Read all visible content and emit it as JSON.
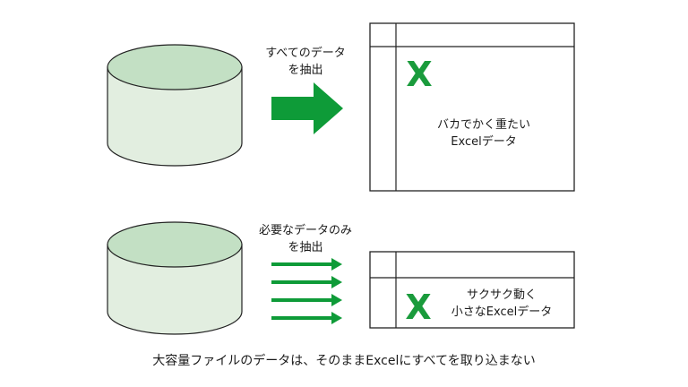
{
  "top": {
    "arrow_label": [
      "すべてのデータ",
      "を抽出"
    ],
    "sheet_label": [
      "バカでかく重たい",
      "Excelデータ"
    ],
    "excel_mark": "X"
  },
  "bottom": {
    "arrow_label": [
      "必要なデータのみ",
      "を抽出"
    ],
    "sheet_label": [
      "サクサク動く",
      "小さなExcelデータ"
    ],
    "excel_mark": "X"
  },
  "caption": "大容量ファイルのデータは、そのままExcelにすべてを取り込まない",
  "colors": {
    "cylinder_fill": "#e2eee0",
    "cylinder_top": "#c3e0c4",
    "arrow_green": "#0e9b38",
    "excel_green": "#1a9b3c",
    "line": "#222222"
  }
}
